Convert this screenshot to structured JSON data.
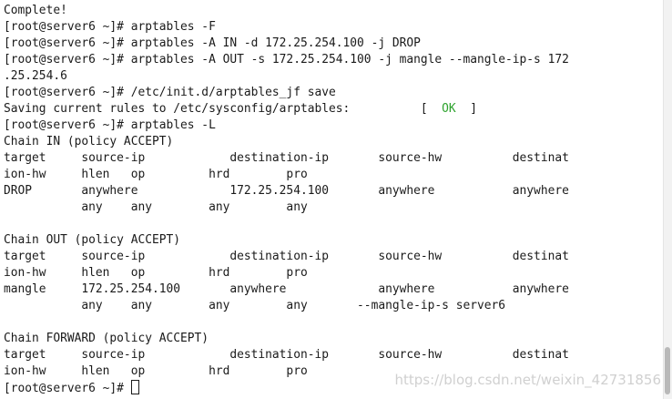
{
  "terminal": {
    "lines": [
      "Complete!",
      "[root@server6 ~]# arptables -F",
      "[root@server6 ~]# arptables -A IN -d 172.25.254.100 -j DROP",
      "[root@server6 ~]# arptables -A OUT -s 172.25.254.100 -j mangle --mangle-ip-s 172",
      ".25.254.6",
      "[root@server6 ~]# /etc/init.d/arptables_jf save",
      "Chain IN (policy ACCEPT)",
      "target     source-ip            destination-ip       source-hw          destinat",
      "ion-hw     hlen   op         hrd        pro",
      "DROP       anywhere             172.25.254.100       anywhere           anywhere",
      "           any    any        any        any",
      "",
      "Chain OUT (policy ACCEPT)",
      "target     source-ip            destination-ip       source-hw          destinat",
      "ion-hw     hlen   op         hrd        pro",
      "mangle     172.25.254.100       anywhere             anywhere           anywhere",
      "           any    any        any        any       --mangle-ip-s server6",
      "",
      "Chain FORWARD (policy ACCEPT)",
      "target     source-ip            destination-ip       source-hw          destinat",
      "ion-hw     hlen   op         hrd        pro"
    ],
    "save_line": {
      "text": "Saving current rules to /etc/sysconfig/arptables:          [  ",
      "status": "OK",
      "tail": "  ]"
    },
    "list_command": "[root@server6 ~]# arptables -L",
    "prompt": "[root@server6 ~]# "
  },
  "watermark": "https://blog.csdn.net/weixin_42731856"
}
